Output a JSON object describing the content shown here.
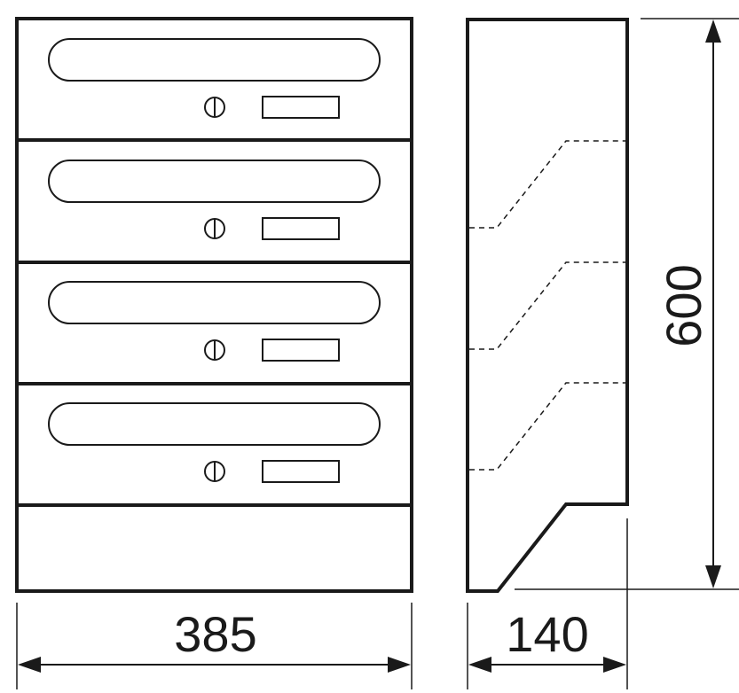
{
  "drawing": {
    "dimensions": {
      "width": "385",
      "depth": "140",
      "height": "600"
    },
    "front_view": {
      "compartment_count": 4,
      "has_bottom_panel": true
    },
    "side_view": {
      "internal_slopes_dashed": 3
    },
    "colors": {
      "line": "#1a1a1a",
      "background": "#ffffff"
    }
  }
}
